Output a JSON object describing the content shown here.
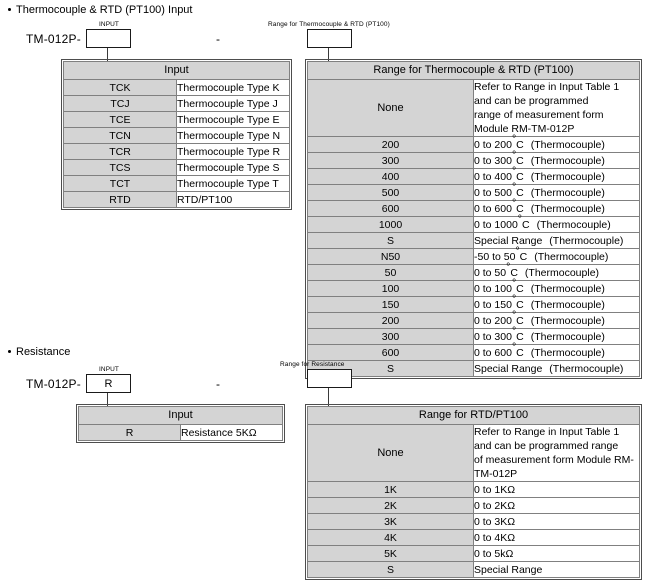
{
  "sections": [
    {
      "title": "Thermocouple & RTD (PT100) Input",
      "model_prefix": "TM-012P-",
      "separator": "-",
      "input_box": {
        "caption": "INPUT",
        "value": ""
      },
      "range_box": {
        "caption": "Range for Thermocouple & RTD (PT100)",
        "value": ""
      },
      "input_table": {
        "header": "Input",
        "rows": [
          {
            "code": "TCK",
            "desc": "Thermocouple Type K"
          },
          {
            "code": "TCJ",
            "desc": "Thermocouple Type J"
          },
          {
            "code": "TCE",
            "desc": "Thermocouple Type E"
          },
          {
            "code": "TCN",
            "desc": "Thermocouple Type N"
          },
          {
            "code": "TCR",
            "desc": "Thermocouple Type R"
          },
          {
            "code": "TCS",
            "desc": "Thermocouple Type S"
          },
          {
            "code": "TCT",
            "desc": "Thermocouple Type T"
          },
          {
            "code": "RTD",
            "desc": "RTD/PT100"
          }
        ]
      },
      "range_table": {
        "header": "Range for Thermocouple & RTD (PT100)",
        "none_code": "None",
        "none_line1": "Refer to Range in Input Table 1 and can be programmed",
        "none_line2": "range of measurement form Module RM-TM-012P",
        "rows": [
          {
            "code": "200",
            "value": "0 to 200",
            "unit": "°C",
            "note": "(Thermocouple)"
          },
          {
            "code": "300",
            "value": "0 to 300",
            "unit": "°C",
            "note": "(Thermocouple)"
          },
          {
            "code": "400",
            "value": "0 to 400",
            "unit": "°C",
            "note": "(Thermocouple)"
          },
          {
            "code": "500",
            "value": "0 to 500",
            "unit": "°C",
            "note": "(Thermocouple)"
          },
          {
            "code": "600",
            "value": "0 to 600",
            "unit": "°C",
            "note": "(Thermocouple)"
          },
          {
            "code": "1000",
            "value": "0 to 1000",
            "unit": "°C",
            "note": "(Thermocouple)"
          },
          {
            "code": "S",
            "value": "Special Range",
            "unit": "",
            "note": "(Thermocouple)"
          },
          {
            "code": "N50",
            "value": "-50 to 50",
            "unit": "°C",
            "note": "(Thermocouple)"
          },
          {
            "code": "50",
            "value": "0 to 50",
            "unit": "°C",
            "note": "(Thermocouple)"
          },
          {
            "code": "100",
            "value": "0 to 100",
            "unit": "°C",
            "note": "(Thermocouple)"
          },
          {
            "code": "150",
            "value": "0 to 150",
            "unit": "°C",
            "note": "(Thermocouple)"
          },
          {
            "code": "200",
            "value": "0 to 200",
            "unit": "°C",
            "note": "(Thermocouple)"
          },
          {
            "code": "300",
            "value": "0 to 300",
            "unit": "°C",
            "note": "(Thermocouple)"
          },
          {
            "code": "600",
            "value": "0 to 600",
            "unit": "°C",
            "note": "(Thermocouple)"
          },
          {
            "code": "S",
            "value": "Special Range",
            "unit": "",
            "note": "(Thermocouple)"
          }
        ]
      }
    },
    {
      "title": "Resistance",
      "model_prefix": "TM-012P-",
      "separator": "-",
      "input_box": {
        "caption": "INPUT",
        "value": "R"
      },
      "range_box": {
        "caption": "Range for Resistance",
        "value": ""
      },
      "input_table": {
        "header": "Input",
        "rows": [
          {
            "code": "R",
            "desc": "Resistance 5KΩ"
          }
        ]
      },
      "range_table": {
        "header": "Range for RTD/PT100",
        "none_code": "None",
        "none_line1": "Refer to Range in Input Table 1 and can be programmed range",
        "none_line2": "of measurement form Module RM-TM-012P",
        "rows": [
          {
            "code": "1K",
            "value": "0 to 1KΩ",
            "unit": "",
            "note": ""
          },
          {
            "code": "2K",
            "value": "0 to 2KΩ",
            "unit": "",
            "note": ""
          },
          {
            "code": "3K",
            "value": "0 to 3KΩ",
            "unit": "",
            "note": ""
          },
          {
            "code": "4K",
            "value": "0 to 4KΩ",
            "unit": "",
            "note": ""
          },
          {
            "code": "5K",
            "value": "0 to 5kΩ",
            "unit": "",
            "note": ""
          },
          {
            "code": "S",
            "value": "Special Range",
            "unit": "",
            "note": ""
          }
        ]
      }
    }
  ]
}
